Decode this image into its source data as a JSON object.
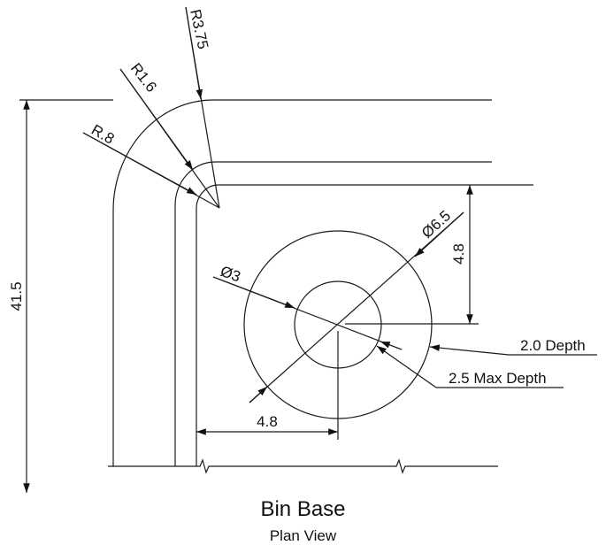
{
  "title": "Bin Base",
  "subtitle": "Plan View",
  "dimensions": {
    "r375": "R3.75",
    "r16": "R1.6",
    "r08": "R.8",
    "overall_height": "41.5",
    "outer_diameter": "Ø6.5",
    "inner_diameter": "Ø3",
    "vertical_offset": "4.8",
    "horizontal_offset": "4.8"
  },
  "notes": {
    "outer_depth": "2.0 Depth",
    "inner_depth": "2.5 Max Depth"
  }
}
